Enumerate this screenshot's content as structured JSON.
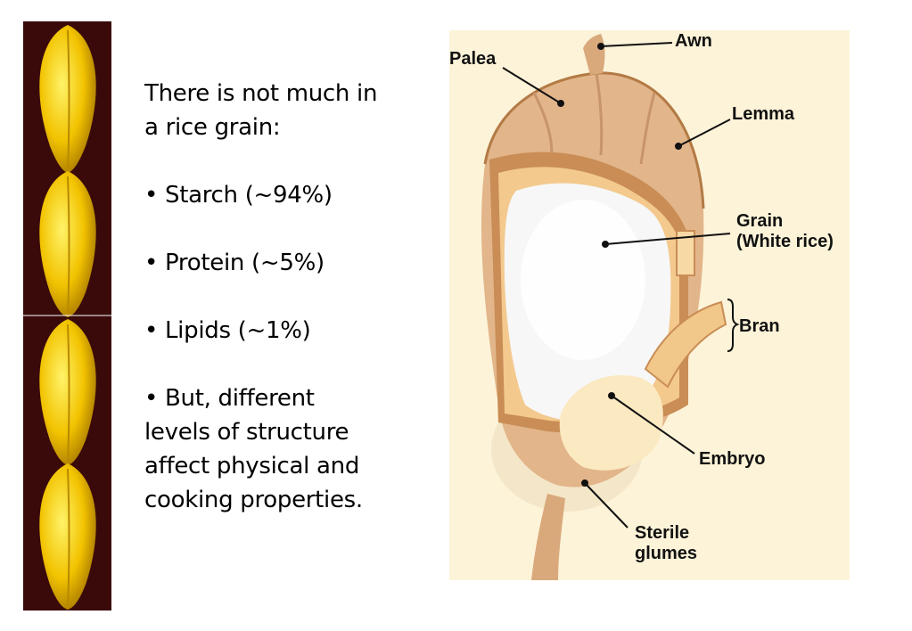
{
  "intro": "There is not much in\na rice grain:",
  "items": [
    "• Starch (~94%)",
    "• Protein (~5%)",
    "• Lipids (~1%)",
    "• But, different\nlevels of structure\naffect physical and\ncooking properties."
  ],
  "labels": {
    "awn": "Awn",
    "palea": "Palea",
    "lemma": "Lemma",
    "grain": "Grain",
    "grain_sub": "(White rice)",
    "bran": "Bran",
    "embryo": "Embryo",
    "sterile_1": "Sterile",
    "sterile_2": "glumes"
  },
  "colors": {
    "strip_bg": "#3a0a0a",
    "grain_yellow": "#f2c300",
    "diagram_bg": "#fdf3d8",
    "husk": "#e2b58a",
    "husk_dark": "#b37a45"
  }
}
